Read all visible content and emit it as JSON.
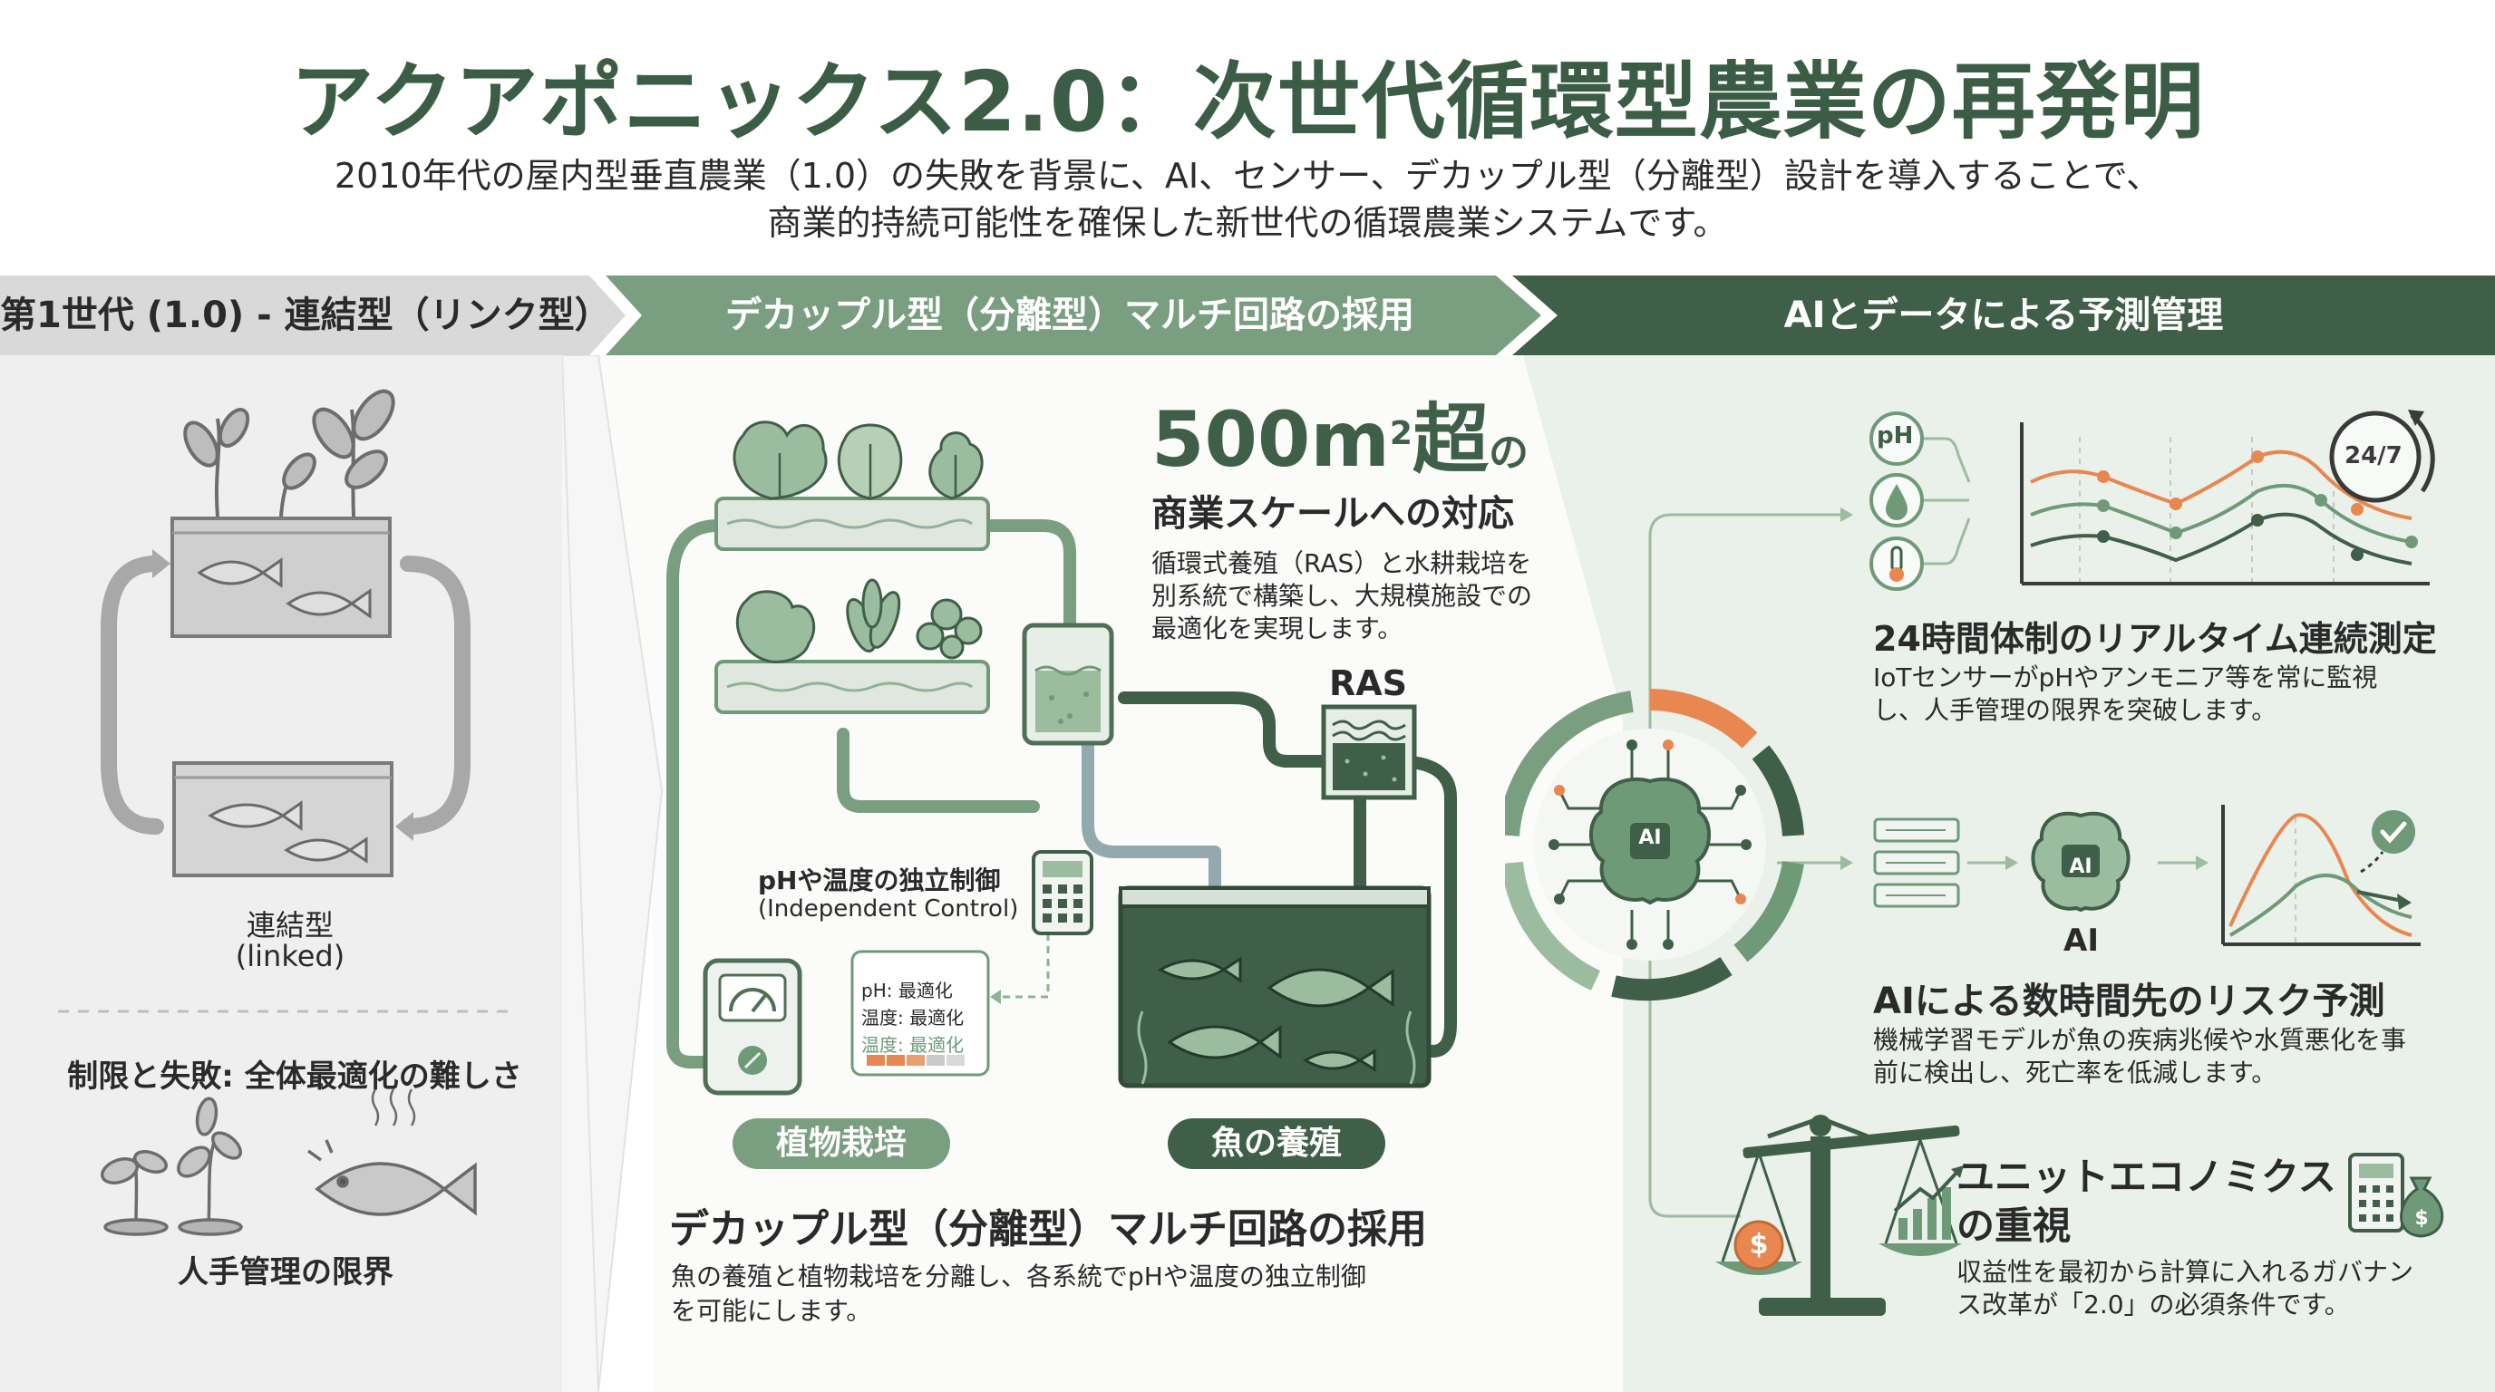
{
  "header": {
    "title": "アクアポニックス2.0：次世代循環型農業の再発明",
    "subtitle_line1": "2010年代の屋内型垂直農業（1.0）の失敗を背景に、AI、センサー、デカップル型（分離型）設計を導入することで、",
    "subtitle_line2": "商業的持続可能性を確保した新世代の循環農業システムです。"
  },
  "banners": {
    "left": "第1世代 (1.0) - 連結型（リンク型）",
    "middle": "デカップル型（分離型）マルチ回路の採用",
    "right": "AIとデータによる予測管理"
  },
  "left_panel": {
    "linked_label": "連結型",
    "linked_label_en": "(linked)",
    "limit_heading": "制限と失敗: 全体最適化の難しさ",
    "manual_limit": "人手管理の限界"
  },
  "middle_panel": {
    "scale_number": "500m",
    "scale_sup": "2",
    "scale_kanji": "超",
    "scale_no": "の",
    "scale_title": "商業スケールへの対応",
    "scale_desc": [
      "循環式養殖（RAS）と水耕栽培を",
      "別系統で構築し、大規模施設での",
      "最適化を実現します。"
    ],
    "ras_label": "RAS",
    "control_label": "pHや温度の独立制御",
    "control_label_en": "(Independent Control)",
    "readout": [
      "pH: 最適化",
      "温度: 最適化",
      "温度: 最適化"
    ],
    "pill_plant": "植物栽培",
    "pill_fish": "魚の養殖",
    "section_title": "デカップル型（分離型）マルチ回路の採用",
    "section_desc": [
      "魚の養殖と植物栽培を分離し、各系統でpHや温度の独立制御",
      "を可能にします。"
    ]
  },
  "right_panel": {
    "sensor_ph": "pH",
    "clock_label": "24/7",
    "hub_label": "AI",
    "brain_label": "AI",
    "ai_label": "AI",
    "realtime_title": "24時間体制のリアルタイム連続測定",
    "realtime_desc": [
      "IoTセンサーがpHやアンモニア等を常に監視",
      "し、人手管理の限界を突破します。"
    ],
    "risk_title": "AIによる数時間先のリスク予測",
    "risk_desc": [
      "機械学習モデルが魚の疾病兆候や水質悪化を事",
      "前に検出し、死亡率を低減します。"
    ],
    "unit_title_line1": "ユニットエコノミクス",
    "unit_title_line2": "の重視",
    "unit_desc": [
      "収益性を最初から計算に入れるガバナン",
      "ス改革が「2.0」の必須条件です。"
    ],
    "coin_symbol": "$",
    "bag_symbol": "$"
  },
  "colors": {
    "title_green": "#3c5d45",
    "dark_green": "#3f5f48",
    "mid_green": "#6f9a78",
    "pale_green": "#9cbc9f",
    "accent_orange": "#e8874f",
    "steel_blue": "#93a9ad",
    "banner_grey": "#d9d9d9"
  }
}
